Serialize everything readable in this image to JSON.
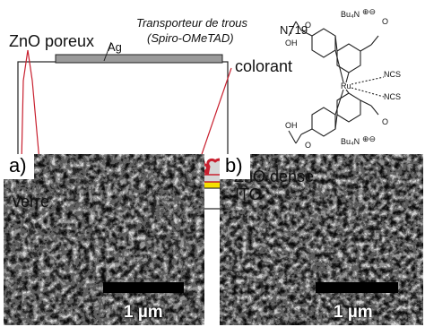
{
  "device": {
    "labels": {
      "zno_poreux": "ZnO poreux",
      "ag": "Ag",
      "transporteur_line1": "Transporteur de trous",
      "transporteur_line2": "(Spiro-OMeTAD)",
      "colorant": "colorant",
      "zno_dense": "ZnO dense",
      "ito": "ITO",
      "verre": "verre"
    },
    "colors": {
      "dye_red": "#c8202f",
      "ito_yellow": "#f5e000",
      "ag_gray": "#9a9a9a",
      "outline": "#222222"
    }
  },
  "molecule": {
    "name": "N719",
    "atoms": {
      "cation_top": "Bu₄N",
      "cation_bottom": "Bu₄N",
      "charge": "⊕⊖",
      "metal": "Ru",
      "ligand_1": "NCS",
      "ligand_2": "NCS",
      "oh": "OH",
      "o": "O"
    }
  },
  "sem": {
    "panel_a_label": "a)",
    "panel_b_label": "b)",
    "scale_a": "1 µm",
    "scale_b": "1 µm"
  }
}
